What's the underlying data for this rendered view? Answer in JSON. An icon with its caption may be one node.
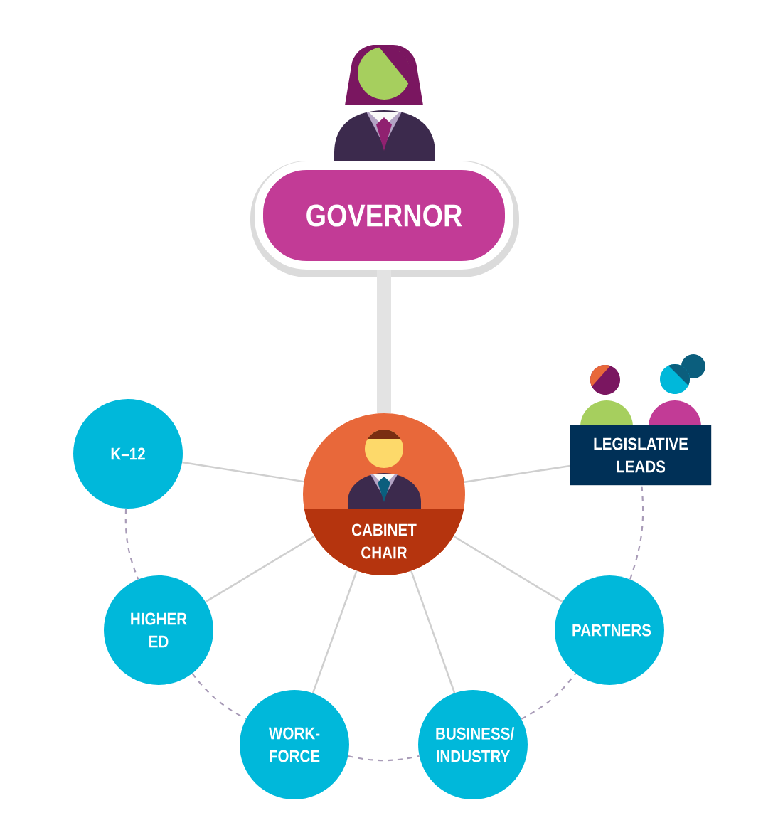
{
  "diagram": {
    "nodes": [
      {
        "text": [
          "GOVERNOR"
        ]
      },
      {
        "text": [
          "CABINET CHAIR"
        ]
      },
      {
        "text": [
          "K–12"
        ]
      },
      {
        "text": [
          "HIGHER ED"
        ]
      },
      {
        "text": [
          "WORK- FORCE"
        ]
      },
      {
        "text": [
          "BUSINESS/ INDUSTRY"
        ]
      },
      {
        "text": [
          "PARTNERS"
        ]
      },
      {
        "text": [
          "LEGISLATIVE LEADS"
        ]
      }
    ],
    "edges": [
      {
        "from": 0,
        "to": 1,
        "arrow": "none",
        "style": "thick",
        "color": "#e3e3e3"
      },
      {
        "from": 1,
        "to": 2,
        "arrow": "none"
      },
      {
        "from": 1,
        "to": 3,
        "arrow": "none"
      },
      {
        "from": 1,
        "to": 4,
        "arrow": "none"
      },
      {
        "from": 1,
        "to": 5,
        "arrow": "none"
      },
      {
        "from": 1,
        "to": 6,
        "arrow": "none"
      },
      {
        "from": 1,
        "to": 7,
        "arrow": "none"
      },
      {
        "from": 2,
        "to": 3,
        "arrow": "none",
        "style": "dashed",
        "color": "#a99cb8"
      },
      {
        "from": 3,
        "to": 4,
        "arrow": "none",
        "style": "dashed",
        "color": "#a99cb8"
      },
      {
        "from": 4,
        "to": 5,
        "arrow": "none",
        "style": "dashed",
        "color": "#a99cb8"
      },
      {
        "from": 5,
        "to": 6,
        "arrow": "none",
        "style": "dashed",
        "color": "#a99cb8"
      },
      {
        "from": 6,
        "to": 7,
        "arrow": "none",
        "style": "dashed",
        "color": "#a99cb8"
      }
    ]
  }
}
